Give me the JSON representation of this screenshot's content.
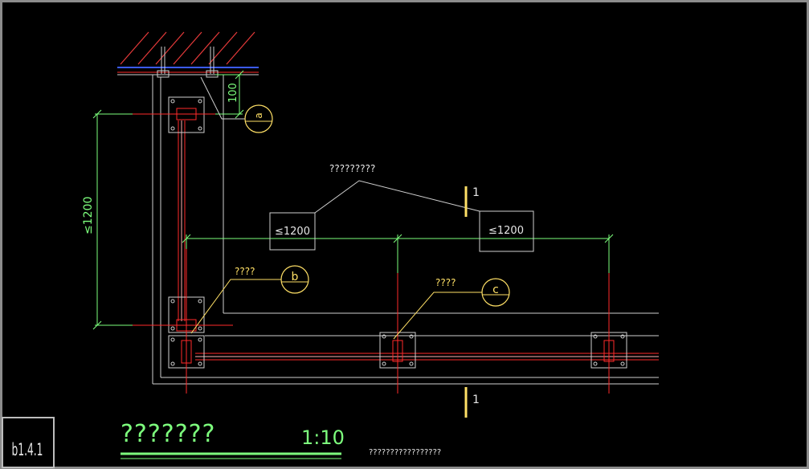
{
  "drawing": {
    "colors": {
      "background": "#000000",
      "frame": "#8c8c8c",
      "outline": "#cfcfcf",
      "red": "#ff2a2a",
      "green": "#7dff7d",
      "yellow": "#ffe066",
      "blue": "#3b5bff"
    },
    "texts": {
      "dim_top_100": "100",
      "dim_vertical_1200": "≤1200",
      "dim_box_left": "≤1200",
      "dim_box_right": "≤1200",
      "note_top": "?????????",
      "note_b": "????",
      "note_c": "????",
      "section_mark_top": "1",
      "section_mark_bottom": "1",
      "detail_a": "a",
      "detail_b": "b",
      "detail_c": "c",
      "corner_tag": "b1.4.1",
      "title": "???????",
      "scale": "1:10",
      "subtitle": "?????????????????"
    }
  }
}
